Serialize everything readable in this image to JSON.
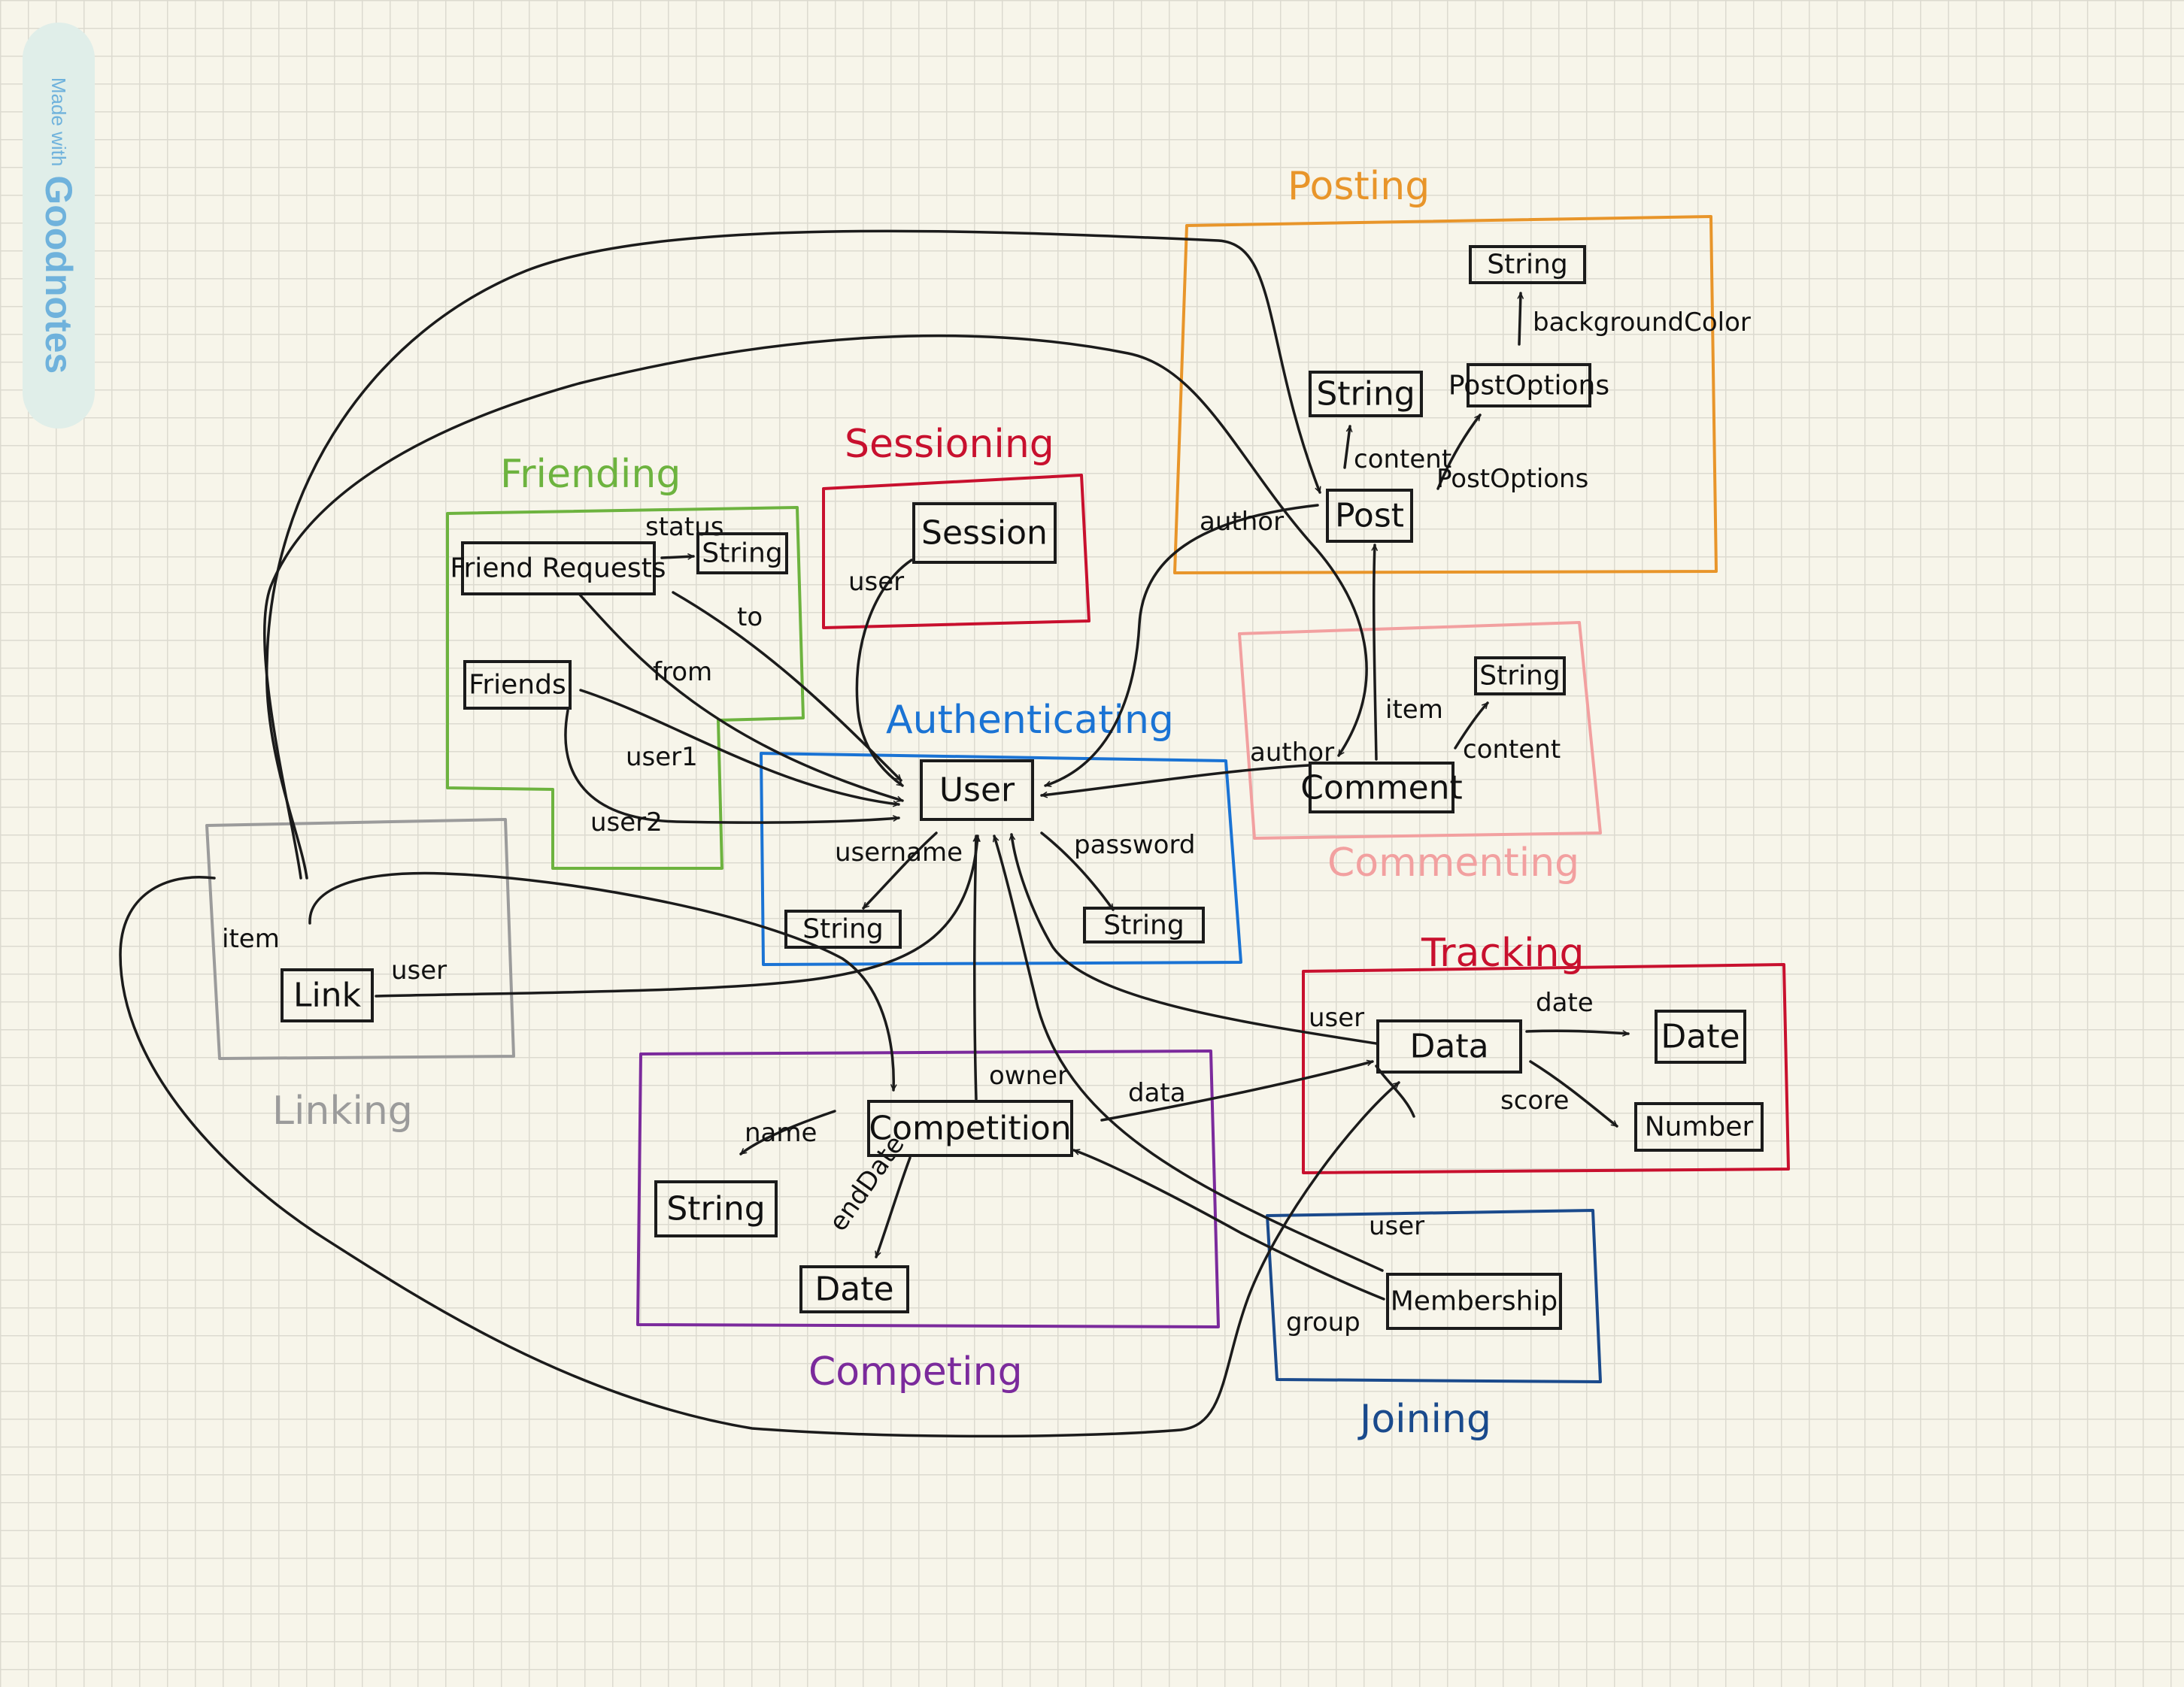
{
  "watermark": {
    "prefix": "Made with",
    "brand": "Goodnotes"
  },
  "groups": {
    "posting": "Posting",
    "sessioning": "Sessioning",
    "friending": "Friending",
    "authenticating": "Authenticating",
    "commenting": "Commenting",
    "linking": "Linking",
    "tracking": "Tracking",
    "competing": "Competing",
    "joining": "Joining"
  },
  "nodes": {
    "post_bg_string": "String",
    "post_options": "PostOptions",
    "post_content_string": "String",
    "post": "Post",
    "session": "Session",
    "friend_requests": "Friend Requests",
    "fr_status_string": "String",
    "friends": "Friends",
    "user": "User",
    "username_string": "String",
    "password_string": "String",
    "comment": "Comment",
    "comment_content_string": "String",
    "link": "Link",
    "data": "Data",
    "date_tracking": "Date",
    "number": "Number",
    "competition": "Competition",
    "comp_name_string": "String",
    "comp_enddate": "Date",
    "membership": "Membership"
  },
  "edges": {
    "background_color": "backgroundColor",
    "post_options": "PostOptions",
    "content": "content",
    "author_post": "author",
    "user_session": "user",
    "status": "status",
    "to": "to",
    "from": "from",
    "user1": "user1",
    "user2": "user2",
    "username": "username",
    "password": "password",
    "author_comment": "author",
    "item_comment": "item",
    "content_comment": "content",
    "item_link": "item",
    "user_link": "user",
    "user_data": "user",
    "date": "date",
    "score": "score",
    "owner": "owner",
    "data": "data",
    "name": "name",
    "end_date": "endDate",
    "user_membership": "user",
    "group": "group"
  },
  "colors": {
    "posting": "#e8952a",
    "sessioning": "#c8102e",
    "friending": "#6db33f",
    "authenticating": "#1a73d4",
    "commenting": "#f2a0a0",
    "linking": "#9b9b9b",
    "tracking": "#c8102e",
    "competing": "#7b2a9c",
    "joining": "#1a4a8c",
    "ink": "#1b1b1b",
    "watermark": "#6fb2dc"
  }
}
